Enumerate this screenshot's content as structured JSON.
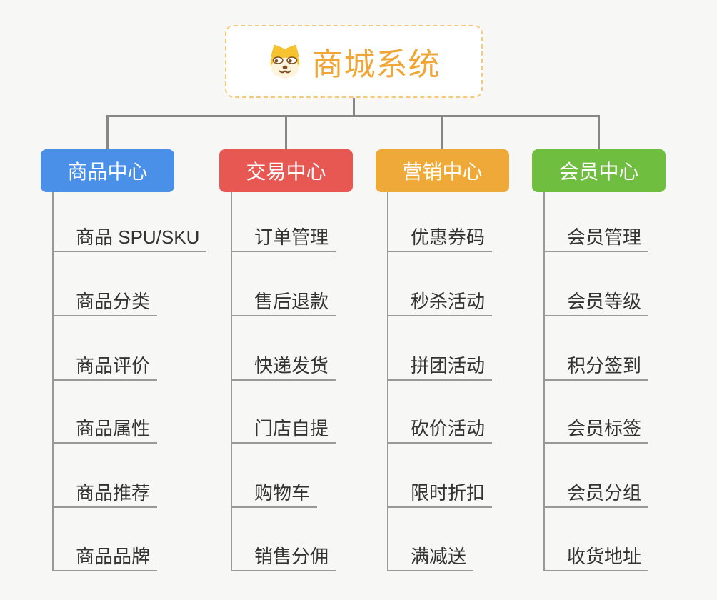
{
  "root": {
    "title": "商城系统",
    "icon": "shiba-dog-icon",
    "title_color": "#F0A636",
    "border_color": "#F6C87E"
  },
  "branches": [
    {
      "label": "商品中心",
      "color": "#4B90E8",
      "items": [
        "商品 SPU/SKU",
        "商品分类",
        "商品评价",
        "商品属性",
        "商品推荐",
        "商品品牌"
      ]
    },
    {
      "label": "交易中心",
      "color": "#E75852",
      "items": [
        "订单管理",
        "售后退款",
        "快递发货",
        "门店自提",
        "购物车",
        "销售分佣"
      ]
    },
    {
      "label": "营销中心",
      "color": "#EFA938",
      "items": [
        "优惠券码",
        "秒杀活动",
        "拼团活动",
        "砍价活动",
        "限时折扣",
        "满减送"
      ]
    },
    {
      "label": "会员中心",
      "color": "#6FBE3F",
      "items": [
        "会员管理",
        "会员等级",
        "积分签到",
        "会员标签",
        "会员分组",
        "收货地址"
      ]
    }
  ],
  "palette": {
    "background": "#F7F7F6",
    "connector_line": "#878787",
    "leaf_underline": "#999999",
    "leaf_text": "#333333"
  }
}
